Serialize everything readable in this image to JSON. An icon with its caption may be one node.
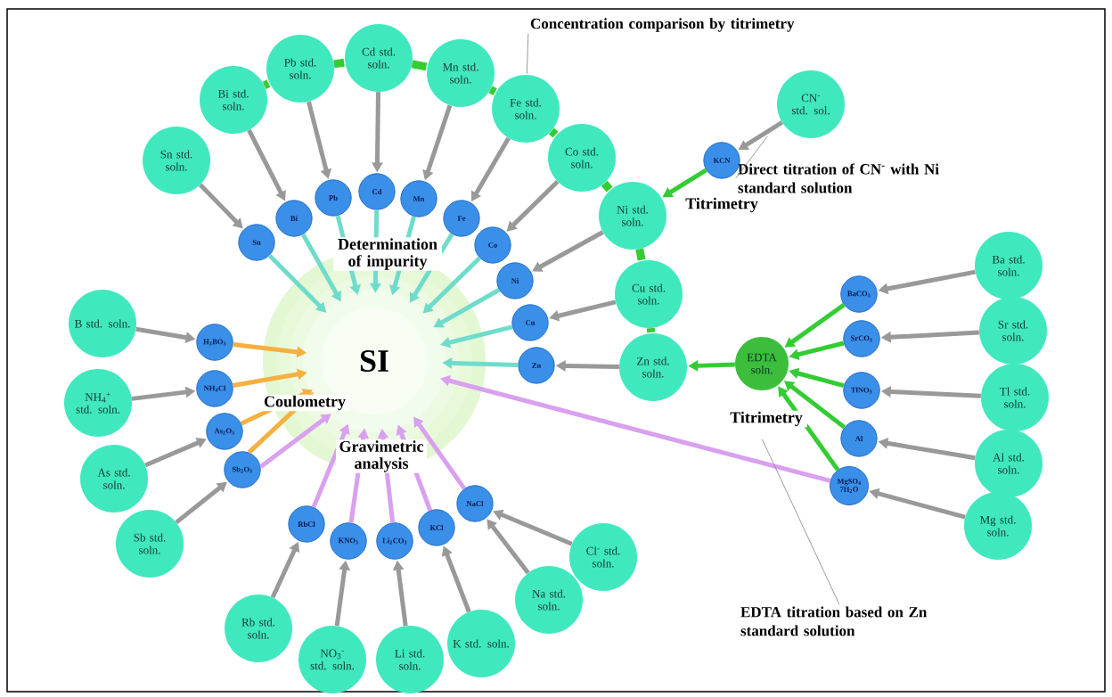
{
  "diagram": {
    "nodes": [
      {
        "text": [
          "SI"
        ]
      },
      {
        "text": [
          "Sn std. soln."
        ]
      },
      {
        "text": [
          "Bi std. soln."
        ]
      },
      {
        "text": [
          "Pb std. soln."
        ]
      },
      {
        "text": [
          "Cd std. soln."
        ]
      },
      {
        "text": [
          "Mn std. soln."
        ]
      },
      {
        "text": [
          "Fe std. soln."
        ]
      },
      {
        "text": [
          "Co std. soln."
        ]
      },
      {
        "text": [
          "Ni std. soln."
        ]
      },
      {
        "text": [
          "Cu std. soln."
        ]
      },
      {
        "text": [
          "Zn std. soln."
        ]
      },
      {
        "text": [
          "Sn"
        ]
      },
      {
        "text": [
          "Bi"
        ]
      },
      {
        "text": [
          "Pb"
        ]
      },
      {
        "text": [
          "Cd"
        ]
      },
      {
        "text": [
          "Mn"
        ]
      },
      {
        "text": [
          "Fe"
        ]
      },
      {
        "text": [
          "Co"
        ]
      },
      {
        "text": [
          "Ni"
        ]
      },
      {
        "text": [
          "Cu"
        ]
      },
      {
        "text": [
          "Zn"
        ]
      },
      {
        "text": [
          "CN$^{-}$ std. sol."
        ]
      },
      {
        "text": [
          "KCN"
        ]
      },
      {
        "text": [
          "EDTA soln."
        ]
      },
      {
        "text": [
          "BaCO$_{3}$"
        ]
      },
      {
        "text": [
          "SrCO$_{3}$"
        ]
      },
      {
        "text": [
          "TlNO$_{3}$"
        ]
      },
      {
        "text": [
          "Al"
        ]
      },
      {
        "text": [
          "MgSO$_{4}$ 7H$_{2}$O"
        ]
      },
      {
        "text": [
          "Ba std. soln."
        ]
      },
      {
        "text": [
          "Sr std. soln."
        ]
      },
      {
        "text": [
          "Tl std. soln."
        ]
      },
      {
        "text": [
          "Al std. soln."
        ]
      },
      {
        "text": [
          "Mg std. soln."
        ]
      },
      {
        "text": [
          "H$_{3}$BO$_{3}$"
        ]
      },
      {
        "text": [
          "NH$_{4}$Cl"
        ]
      },
      {
        "text": [
          "As$_{2}$O$_{3}$"
        ]
      },
      {
        "text": [
          "Sb$_{2}$O$_{3}$"
        ]
      },
      {
        "text": [
          "B std. soln."
        ]
      },
      {
        "text": [
          "NH$_{4}$$^{+}$ std. soln."
        ]
      },
      {
        "text": [
          "As std. soln."
        ]
      },
      {
        "text": [
          "Sb std. soln."
        ]
      },
      {
        "text": [
          "RbCl"
        ]
      },
      {
        "text": [
          "KNO$_{3}$"
        ]
      },
      {
        "text": [
          "Li$_{2}$CO$_{3}$"
        ]
      },
      {
        "text": [
          "KCl"
        ]
      },
      {
        "text": [
          "NaCl"
        ]
      },
      {
        "text": [
          "Rb std. soln."
        ]
      },
      {
        "text": [
          "NO$_{3}$$^{-}$ std. soln."
        ]
      },
      {
        "text": [
          "Li std. soln."
        ]
      },
      {
        "text": [
          "K std. soln."
        ]
      },
      {
        "text": [
          "Na std. soln."
        ]
      },
      {
        "text": [
          "Cl$^{-}$ std. soln."
        ]
      },
      {
        "text": [
          "Concentration comparison by titrimetry"
        ]
      },
      {
        "text": [
          "Direct titration of CN$^{-}$ with Ni standard solution"
        ]
      },
      {
        "text": [
          "EDTA titration based on Zn standard solution"
        ]
      }
    ],
    "edges": [
      {
        "from": 1,
        "to": 11,
        "arrow": "to"
      },
      {
        "from": 2,
        "to": 12,
        "arrow": "to"
      },
      {
        "from": 3,
        "to": 13,
        "arrow": "to"
      },
      {
        "from": 4,
        "to": 14,
        "arrow": "to"
      },
      {
        "from": 5,
        "to": 15,
        "arrow": "to"
      },
      {
        "from": 6,
        "to": 16,
        "arrow": "to"
      },
      {
        "from": 7,
        "to": 17,
        "arrow": "to"
      },
      {
        "from": 8,
        "to": 18,
        "arrow": "to"
      },
      {
        "from": 9,
        "to": 19,
        "arrow": "to"
      },
      {
        "from": 10,
        "to": 20,
        "arrow": "to"
      },
      {
        "from": 2,
        "to": 3,
        "arrow": "none",
        "style": "thick",
        "color": "#33cc33"
      },
      {
        "from": 3,
        "to": 4,
        "arrow": "none",
        "style": "thick",
        "color": "#33cc33"
      },
      {
        "from": 4,
        "to": 5,
        "arrow": "none",
        "style": "thick",
        "color": "#33cc33"
      },
      {
        "from": 5,
        "to": 6,
        "arrow": "none",
        "style": "thick",
        "color": "#33cc33"
      },
      {
        "from": 6,
        "to": 7,
        "arrow": "none",
        "style": "thick",
        "color": "#33cc33"
      },
      {
        "from": 7,
        "to": 8,
        "arrow": "none",
        "style": "thick",
        "color": "#33cc33"
      },
      {
        "from": 8,
        "to": 9,
        "arrow": "none",
        "style": "thick",
        "color": "#33cc33"
      },
      {
        "from": 9,
        "to": 10,
        "arrow": "none",
        "style": "thick",
        "color": "#33cc33"
      },
      {
        "from": 21,
        "to": 22,
        "arrow": "to"
      },
      {
        "from": 22,
        "to": 8,
        "arrow": "to",
        "color": "#33cc33"
      },
      {
        "from": 23,
        "to": 10,
        "arrow": "to",
        "color": "#33cc33"
      },
      {
        "from": 24,
        "to": 23,
        "arrow": "to",
        "color": "#33cc33"
      },
      {
        "from": 25,
        "to": 23,
        "arrow": "to",
        "color": "#33cc33"
      },
      {
        "from": 26,
        "to": 23,
        "arrow": "to",
        "color": "#33cc33"
      },
      {
        "from": 27,
        "to": 23,
        "arrow": "to",
        "color": "#33cc33"
      },
      {
        "from": 28,
        "to": 23,
        "arrow": "to",
        "color": "#33cc33"
      },
      {
        "from": 29,
        "to": 24,
        "arrow": "to"
      },
      {
        "from": 30,
        "to": 25,
        "arrow": "to"
      },
      {
        "from": 31,
        "to": 26,
        "arrow": "to"
      },
      {
        "from": 32,
        "to": 27,
        "arrow": "to"
      },
      {
        "from": 33,
        "to": 28,
        "arrow": "to"
      },
      {
        "from": 11,
        "to": 0,
        "arrow": "to",
        "color": "#6fdccb"
      },
      {
        "from": 12,
        "to": 0,
        "arrow": "to",
        "color": "#6fdccb"
      },
      {
        "from": 13,
        "to": 0,
        "arrow": "to",
        "color": "#6fdccb"
      },
      {
        "from": 14,
        "to": 0,
        "arrow": "to",
        "color": "#6fdccb"
      },
      {
        "from": 15,
        "to": 0,
        "arrow": "to",
        "color": "#6fdccb"
      },
      {
        "from": 16,
        "to": 0,
        "arrow": "to",
        "color": "#6fdccb"
      },
      {
        "from": 17,
        "to": 0,
        "arrow": "to",
        "color": "#6fdccb"
      },
      {
        "from": 18,
        "to": 0,
        "arrow": "to",
        "color": "#6fdccb"
      },
      {
        "from": 19,
        "to": 0,
        "arrow": "to",
        "color": "#6fdccb"
      },
      {
        "from": 20,
        "to": 0,
        "arrow": "to",
        "color": "#6fdccb"
      },
      {
        "from": 38,
        "to": 34,
        "arrow": "to"
      },
      {
        "from": 39,
        "to": 35,
        "arrow": "to"
      },
      {
        "from": 40,
        "to": 36,
        "arrow": "to"
      },
      {
        "from": 41,
        "to": 37,
        "arrow": "to"
      },
      {
        "from": 34,
        "to": 0,
        "arrow": "to",
        "color": "#f5b041"
      },
      {
        "from": 35,
        "to": 0,
        "arrow": "to",
        "color": "#f5b041"
      },
      {
        "from": 36,
        "to": 0,
        "arrow": "to",
        "color": "#f5b041"
      },
      {
        "from": 37,
        "to": 0,
        "arrow": "to",
        "color": "#f5b041"
      },
      {
        "from": 37,
        "to": 0,
        "arrow": "to",
        "color": "#d9a0f0"
      },
      {
        "from": 42,
        "to": 0,
        "arrow": "to",
        "color": "#d9a0f0"
      },
      {
        "from": 43,
        "to": 0,
        "arrow": "to",
        "color": "#d9a0f0"
      },
      {
        "from": 44,
        "to": 0,
        "arrow": "to",
        "color": "#d9a0f0"
      },
      {
        "from": 45,
        "to": 0,
        "arrow": "to",
        "color": "#d9a0f0"
      },
      {
        "from": 46,
        "to": 0,
        "arrow": "to",
        "color": "#d9a0f0"
      },
      {
        "from": 28,
        "to": 0,
        "arrow": "to",
        "color": "#d9a0f0"
      },
      {
        "from": 47,
        "to": 42,
        "arrow": "to"
      },
      {
        "from": 48,
        "to": 43,
        "arrow": "to"
      },
      {
        "from": 49,
        "to": 44,
        "arrow": "to"
      },
      {
        "from": 50,
        "to": 45,
        "arrow": "to"
      },
      {
        "from": 51,
        "to": 46,
        "arrow": "to"
      },
      {
        "from": 52,
        "to": 46,
        "arrow": "to"
      },
      {
        "from": 53,
        "to": 6,
        "arrow": "none",
        "color": "#808080"
      },
      {
        "from": 54,
        "to": null,
        "arrow": "none",
        "color": "#808080"
      },
      {
        "from": 55,
        "to": null,
        "arrow": "none",
        "color": "#808080"
      }
    ],
    "labels": [
      "Titrimetry",
      "Determination of impurity",
      "Coulometry",
      "Titrimetry",
      "Gravimetric analysis"
    ]
  }
}
